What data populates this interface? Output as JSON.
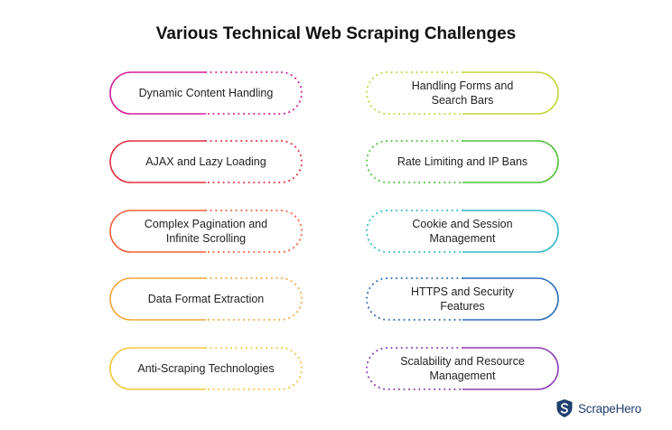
{
  "title": "Various Technical Web Scraping Challenges",
  "brand": {
    "name": "ScrapeHero",
    "logo_icon": "shield-s-logo-icon",
    "color": "#1f3f6e"
  },
  "left_items": [
    {
      "label": "Dynamic Content Handling",
      "color": "#d61f9a"
    },
    {
      "label": "AJAX and Lazy Loading",
      "color": "#e2313f"
    },
    {
      "label": "Complex Pagination and\nInfinite Scrolling",
      "color": "#f0613a"
    },
    {
      "label": "Data Format Extraction",
      "color": "#f2a73b"
    },
    {
      "label": "Anti-Scraping Technologies",
      "color": "#f2c63c"
    }
  ],
  "right_items": [
    {
      "label": "Handling Forms and\nSearch Bars",
      "color": "#c3d43a"
    },
    {
      "label": "Rate Limiting and IP Bans",
      "color": "#4fc23a"
    },
    {
      "label": "Cookie and Session\nManagement",
      "color": "#2fb9c9"
    },
    {
      "label": "HTTPS and Security\nFeatures",
      "color": "#2d6fb8"
    },
    {
      "label": "Scalability and Resource\nManagement",
      "color": "#8e3fb3"
    }
  ]
}
